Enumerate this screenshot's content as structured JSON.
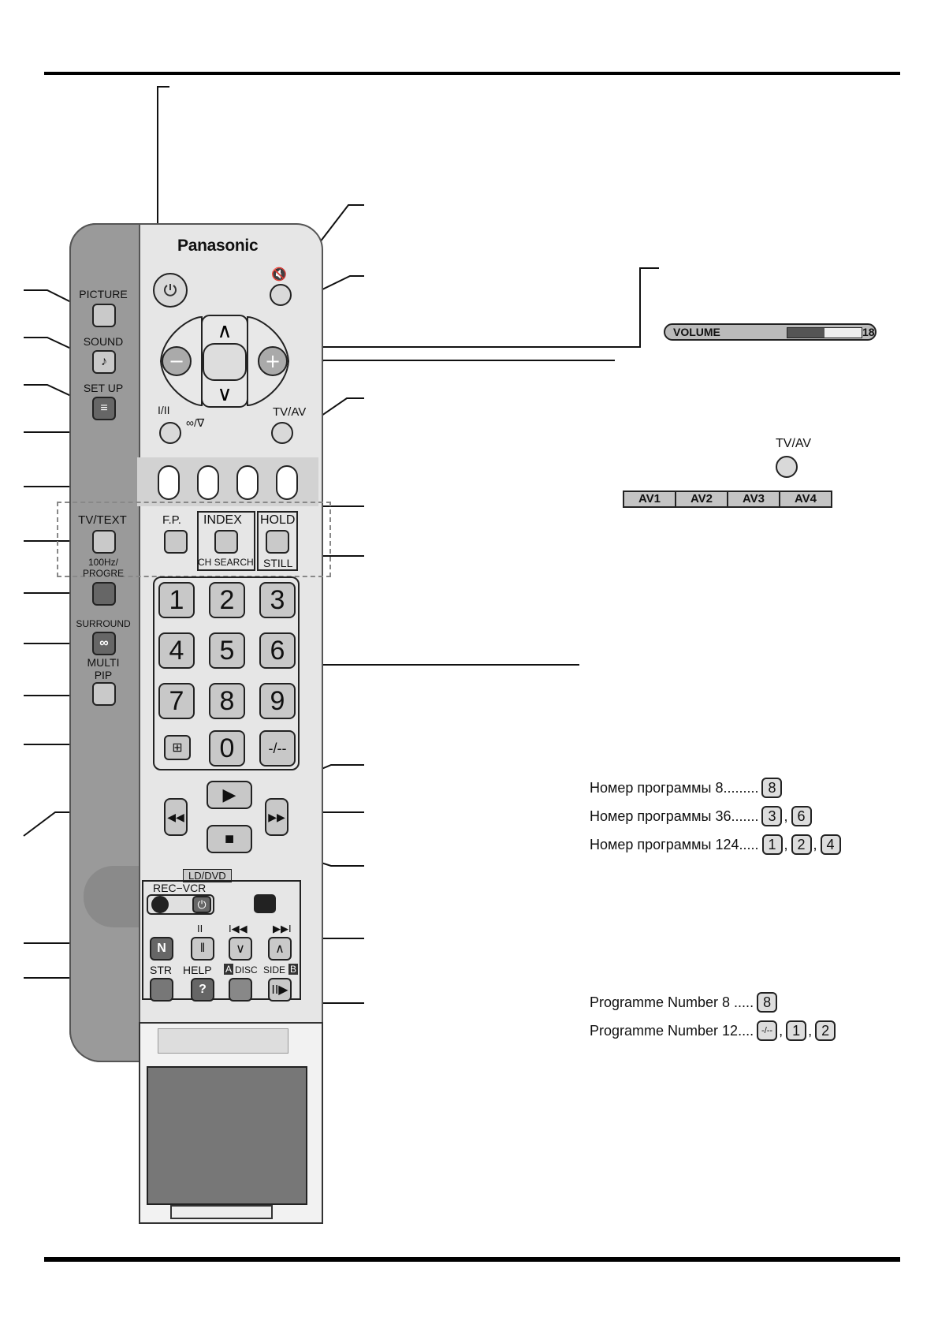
{
  "remote": {
    "brand": "Panasonic",
    "side_labels": {
      "picture": "PICTURE",
      "sound": "SOUND",
      "setup": "SET UP",
      "tvtext": "TV/TEXT",
      "hz100": "100Hz/",
      "progre": "PROGRE",
      "surround": "SURROUND",
      "multi": "MULTI",
      "pip": "PIP"
    },
    "labels": {
      "stereo": "I/II",
      "stereo_sub": "∞/∇",
      "tvav": "TV/AV",
      "fp": "F.P.",
      "index": "INDEX",
      "chsearch": "CH SEARCH",
      "hold": "HOLD",
      "still": "STILL",
      "lddvd": "LD/DVD",
      "recvcr": "REC−VCR",
      "pause_sym": "II",
      "prev_sym": "I◀◀",
      "next_sym": "▶▶I",
      "disc_a": "A",
      "disc": "DISC",
      "side": "SIDE",
      "side_b": "B",
      "str": "STR",
      "help": "HELP",
      "n": "N",
      "q": "?"
    },
    "digits": [
      "1",
      "2",
      "3",
      "4",
      "5",
      "6",
      "7",
      "8",
      "9",
      "0",
      "-/--"
    ]
  },
  "osd": {
    "volume_label": "VOLUME",
    "volume_value": "18",
    "volume_level": 0.5,
    "tvav_label": "TV/AV",
    "av_inputs": [
      "AV1",
      "AV2",
      "AV3",
      "AV4"
    ]
  },
  "examples_ru": [
    {
      "text": "Номер программы 8.........",
      "keys": [
        "8"
      ]
    },
    {
      "text": "Номер программы 36.......",
      "keys": [
        "3",
        "6"
      ]
    },
    {
      "text": "Номер программы 124.....",
      "keys": [
        "1",
        "2",
        "4"
      ]
    }
  ],
  "examples_en": [
    {
      "text": "Programme Number 8 .....",
      "keys": [
        "8"
      ]
    },
    {
      "text": "Programme Number 12....",
      "keys": [
        "-/--",
        "1",
        "2"
      ]
    }
  ]
}
